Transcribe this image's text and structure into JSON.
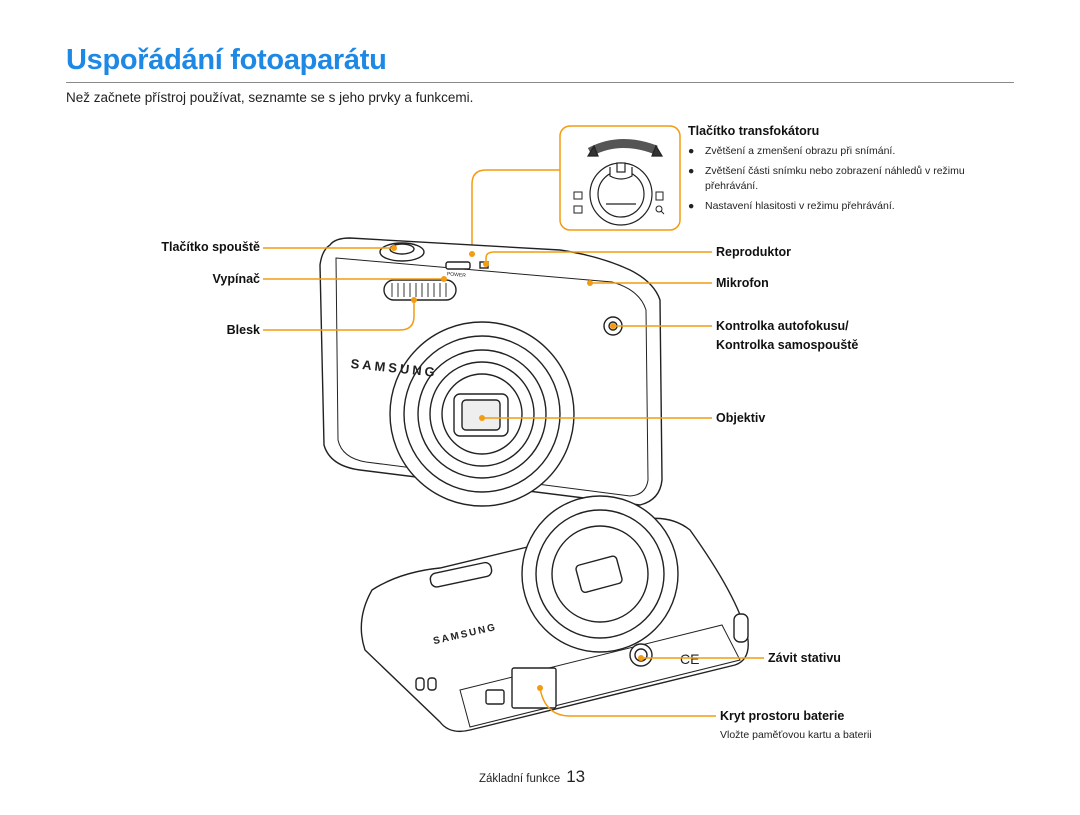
{
  "page": {
    "title": "Uspořádání fotoaparátu",
    "intro": "Než začnete přístroj používat, seznamte se s jeho prvky a funkcemi."
  },
  "labels": {
    "zoom": {
      "title": "Tlačítko transfokátoru",
      "bullets": [
        "Zvětšení a zmenšení obrazu při snímání.",
        "Zvětšení části snímku nebo zobrazení náhledů v režimu přehrávání.",
        "Nastavení hlasitosti v režimu přehrávání."
      ]
    },
    "shutter": "Tlačítko spouště",
    "power": "Vypínač",
    "flash": "Blesk",
    "speaker": "Reproduktor",
    "microphone": "Mikrofon",
    "af_lamp_line1": "Kontrolka autofokusu/",
    "af_lamp_line2": "Kontrolka samospouště",
    "lens": "Objektiv",
    "tripod": "Závit stativu",
    "battery": {
      "title": "Kryt prostoru baterie",
      "note": "Vložte paměťovou kartu a baterii"
    }
  },
  "camera_marks": {
    "brand": "SAMSUNG",
    "power_text": "POWER",
    "ce_mark": "CE"
  },
  "footer": {
    "section": "Základní funkce",
    "page_number": "13"
  },
  "colors": {
    "title": "#1e88e5",
    "callout": "#f39c12",
    "line": "#222222"
  }
}
